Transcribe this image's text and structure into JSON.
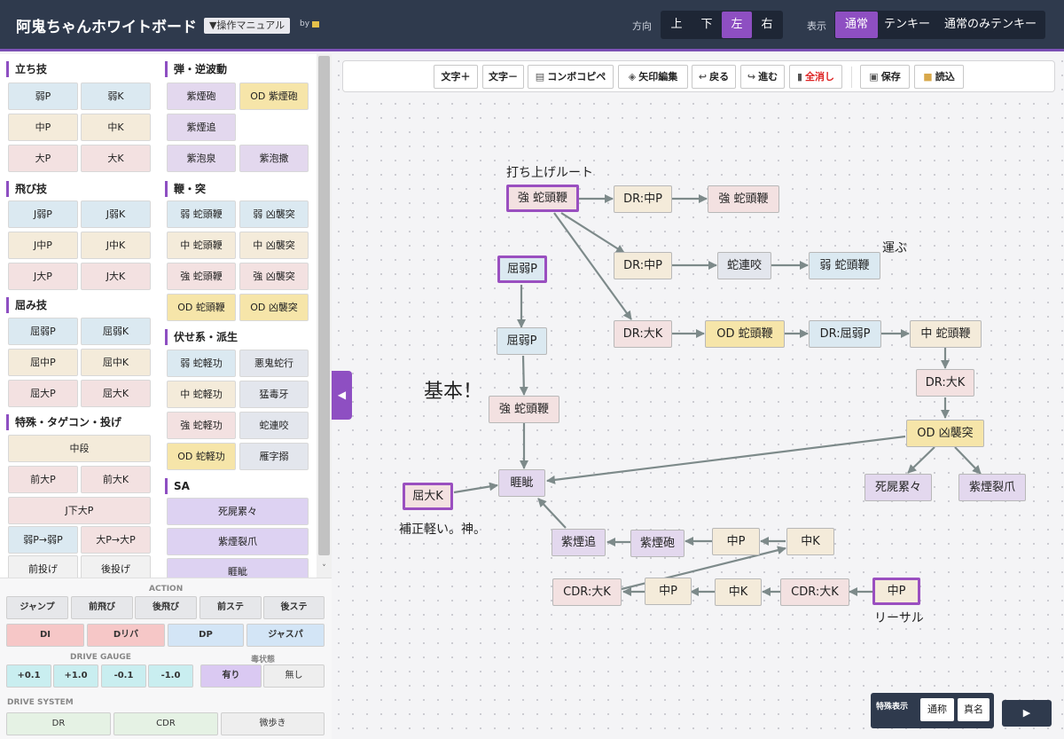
{
  "header": {
    "title": "阿鬼ちゃんホワイトボード",
    "manual": "▼操作マニュアル",
    "by": "by",
    "direction_label": "方向",
    "directions": [
      "上",
      "下",
      "左",
      "右"
    ],
    "direction_selected": "左",
    "display_label": "表示",
    "display_modes": [
      "通常",
      "テンキー",
      "通常のみテンキー"
    ],
    "display_selected": "通常"
  },
  "sidebar": {
    "sections": {
      "standing": "立ち技",
      "projectile": "弾・逆波動",
      "air": "飛び技",
      "whip": "鞭・突",
      "crouch": "屈み技",
      "prone": "伏せ系・派生",
      "special": "特殊・タゲコン・投げ",
      "sa": "SA"
    },
    "moves": {
      "s_lp": "弱P",
      "s_lk": "弱K",
      "s_mp": "中P",
      "s_mk": "中K",
      "s_hp": "大P",
      "s_hk": "大K",
      "j_lp": "J弱P",
      "j_lk": "J弱K",
      "j_mp": "J中P",
      "j_mk": "J中K",
      "j_hp": "J大P",
      "j_hk": "J大K",
      "c_lp": "屈弱P",
      "c_lk": "屈弱K",
      "c_mp": "屈中P",
      "c_mk": "屈中K",
      "c_hp": "屈大P",
      "c_hk": "屈大K",
      "p1": "紫煙砲",
      "p2": "OD 紫煙砲",
      "p3": "紫煙追",
      "p4": "紫泡泉",
      "p5": "紫泡撒",
      "w1": "弱 蛇頭鞭",
      "w2": "弱 凶襲突",
      "w3": "中 蛇頭鞭",
      "w4": "中 凶襲突",
      "w5": "強 蛇頭鞭",
      "w6": "強 凶襲突",
      "w7": "OD 蛇頭鞭",
      "w8": "OD 凶襲突",
      "f1": "弱 蛇軽功",
      "f2": "悪鬼蛇行",
      "f3": "中 蛇軽功",
      "f4": "猛毒牙",
      "f5": "強 蛇軽功",
      "f6": "蛇連咬",
      "f7": "OD 蛇軽功",
      "f8": "雁字搦",
      "x1": "中段",
      "x2": "前大P",
      "x3": "前大K",
      "x4": "J下大P",
      "x5": "弱P→弱P",
      "x6": "大P→大P",
      "x7": "前投げ",
      "x8": "後投げ",
      "sa1": "死屍累々",
      "sa2": "紫煙裂爪",
      "sa3": "睚眦"
    },
    "scroll_down": "˅",
    "action_label": "ACTION",
    "actions": [
      "ジャンプ",
      "前飛び",
      "後飛び",
      "前ステ",
      "後ステ"
    ],
    "actions2": [
      "DI",
      "Dリバ",
      "DP",
      "ジャスパ"
    ],
    "drive_gauge_label": "DRIVE GAUGE",
    "drive_gauge": [
      "+0.1",
      "+1.0",
      "-0.1",
      "-1.0"
    ],
    "high_state_label": "毒状態",
    "high_state": [
      "有り",
      "無し"
    ],
    "drive_system_label": "DRIVE SYSTEM",
    "drive_system": [
      "DR",
      "CDR",
      "微歩き"
    ]
  },
  "collapse": "◀",
  "toolbar": {
    "font_up": "文字＋",
    "font_down": "文字－",
    "combo_copy": "コンボコピペ",
    "arrow_edit": "矢印編集",
    "undo": "戻る",
    "redo": "進む",
    "clear_all": "全消し",
    "save": "保存",
    "load": "読込",
    "icons": {
      "copy": "clipboard-icon",
      "edit": "tag-icon",
      "undo": "undo-icon",
      "redo": "redo-icon",
      "clear": "trash-icon",
      "save": "floppy-icon",
      "load": "folder-icon"
    }
  },
  "board": {
    "nodes": {
      "n1": "強 蛇頭鞭",
      "n2": "DR:中P",
      "n3": "強 蛇頭鞭",
      "n4": "DR:中P",
      "n5": "蛇連咬",
      "n6": "弱 蛇頭鞭",
      "n7": "屈弱P",
      "n8": "屈弱P",
      "n9": "強 蛇頭鞭",
      "n10": "DR:大K",
      "n11": "OD 蛇頭鞭",
      "n12": "DR:屈弱P",
      "n13": "中 蛇頭鞭",
      "n14": "DR:大K",
      "n15": "OD 凶襲突",
      "n16": "死屍累々",
      "n17": "紫煙裂爪",
      "n18": "屈大K",
      "n19": "睚眦",
      "n20": "紫煙追",
      "n21": "紫煙砲",
      "n22": "中P",
      "n23": "中K",
      "n24": "CDR:大K",
      "n25": "中P",
      "n26": "中K",
      "n27": "CDR:大K",
      "n28": "中P"
    },
    "notes": {
      "launch": "打ち上げルート",
      "carry": "運ぶ",
      "basic": "基本！",
      "low_scale": "補正軽い。神。",
      "reversal": "リーサル"
    }
  },
  "special_display": {
    "label": "特殊表示",
    "options": [
      "通称",
      "真名"
    ]
  },
  "play": "▶",
  "colors": {
    "header_bg": "#2f3a4d",
    "accent": "#8e4fc2",
    "arrow": "#7d8a8a"
  }
}
